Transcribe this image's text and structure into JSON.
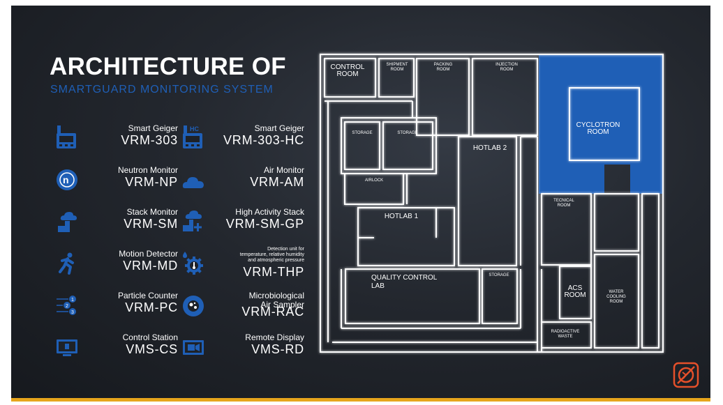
{
  "title": "ARCHITECTURE OF",
  "subtitle": "SMARTGUARD MONITORING SYSTEM",
  "devices": [
    {
      "label": "Smart Geiger",
      "code": "VRM-303",
      "icon": "geiger-icon"
    },
    {
      "label": "Smart Geiger",
      "code": "VRM-303-HC",
      "icon": "geiger-hc-icon",
      "badge": "HC"
    },
    {
      "label": "Neutron Monitor",
      "code": "VRM-NP",
      "icon": "neutron-icon"
    },
    {
      "label": "Air Monitor",
      "code": "VRM-AM",
      "icon": "cloud-icon"
    },
    {
      "label": "Stack Monitor",
      "code": "VRM-SM",
      "icon": "stack-icon"
    },
    {
      "label": "High Activity Stack",
      "code": "VRM-SM-GP",
      "icon": "stack-plus-icon"
    },
    {
      "label": "Motion Detector",
      "code": "VRM-MD",
      "icon": "running-person-icon"
    },
    {
      "label_lines": [
        "Detection unit for",
        "temperature, relative humidity",
        "and atmospheric pressure"
      ],
      "code": "VRM-THP",
      "icon": "thermo-gear-icon"
    },
    {
      "label": "Particle Counter",
      "code": "VRM-PC",
      "icon": "particle-counter-icon"
    },
    {
      "label_lines": [
        "Microbiological",
        "Air Sampler"
      ],
      "code": "VRM-RAC",
      "icon": "sampler-icon"
    },
    {
      "label": "Control Station",
      "code": "VMS-CS",
      "icon": "monitor-icon"
    },
    {
      "label": "Remote Display",
      "code": "VMS-RD",
      "icon": "display-icon"
    }
  ],
  "rooms": {
    "control_room": [
      "CONTROL",
      "ROOM"
    ],
    "shipment_room": [
      "SHIPMENT",
      "ROOM"
    ],
    "packing_room": [
      "PACKING",
      "ROOM"
    ],
    "injection_room": [
      "INJECTION",
      "ROOM"
    ],
    "storage_1": "STORAGE",
    "storage_2": "STORAGE",
    "airlock": "AIRLOCK",
    "hotlab_1": "HOTLAB 1",
    "hotlab_2": "HOTLAB 2",
    "cyclotron_room": [
      "CYCLOTRON",
      "ROOM"
    ],
    "tecnical_room": [
      "TECNICAL",
      "ROOM"
    ],
    "quality_control_lab": [
      "QUALITY CONTROL",
      "LAB"
    ],
    "storage_3": "STORAGE",
    "acs_room": [
      "ACS",
      "ROOM"
    ],
    "water_cooling_room": [
      "WATER",
      "COOLING",
      "ROOM"
    ],
    "radioactive_waste": [
      "RADIOACTIVE",
      "WASTE"
    ]
  },
  "colors": {
    "accent_blue": "#1f5fb6",
    "background": "#1e2228",
    "wall": "#ffffff",
    "bottom_bar": "#e6a51c",
    "logo": "#e5502a"
  },
  "logo_icon": "brand-logo-icon"
}
